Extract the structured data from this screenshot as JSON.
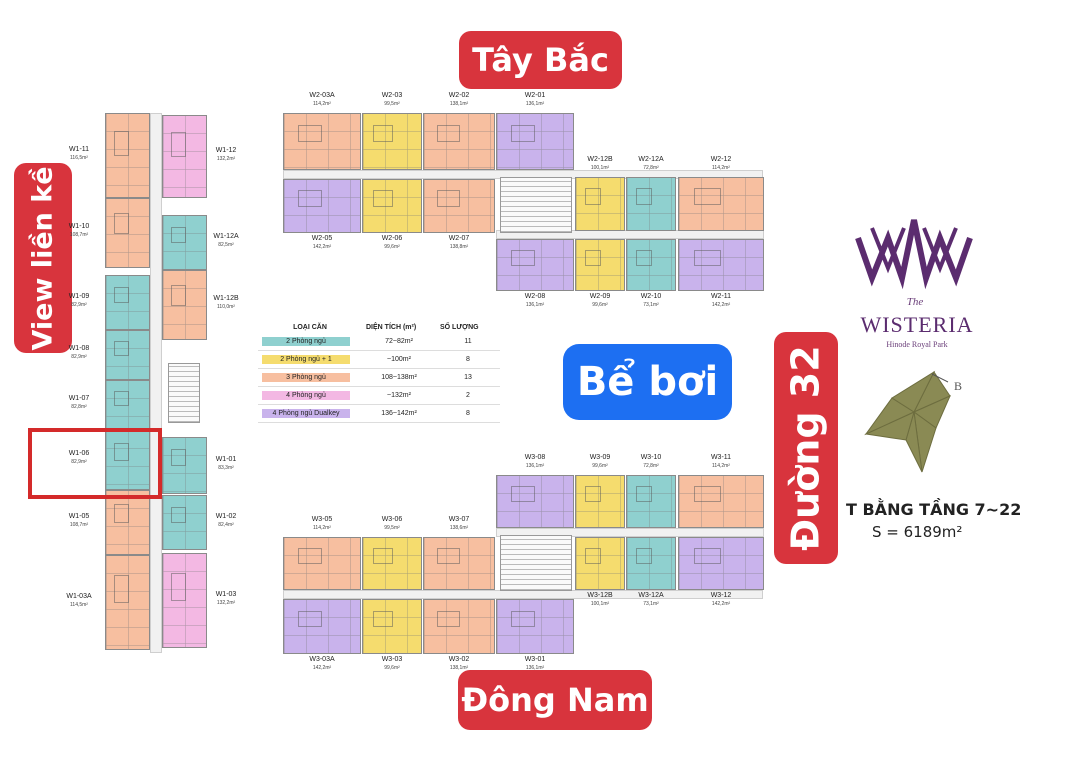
{
  "directions": {
    "north_west": "Tây Bắc",
    "south_east": "Đông Nam",
    "view": "View liền kề",
    "road": "Đường 32"
  },
  "pool_label": "Bể bơi",
  "brand": {
    "the": "The",
    "name": "WISTERIA",
    "sub": "Hinode Royal Park"
  },
  "floor_plan": {
    "title": "T BẰNG TẦNG 7~22",
    "area": "S = 6189m²"
  },
  "legend": {
    "headers": [
      "LOẠI CĂN",
      "DIỆN TÍCH (m²)",
      "SỐ LƯỢNG"
    ],
    "rows": [
      {
        "type": "2 Phòng ngủ",
        "area": "72~82m²",
        "count": "11",
        "color": "#8fd0cf"
      },
      {
        "type": "2 Phòng ngủ + 1",
        "area": "~100m²",
        "count": "8",
        "color": "#f5dc6e"
      },
      {
        "type": "3 Phòng ngủ",
        "area": "108~138m²",
        "count": "13",
        "color": "#f7bfa0"
      },
      {
        "type": "4 Phòng ngủ",
        "area": "~132m²",
        "count": "2",
        "color": "#f3b8e3"
      },
      {
        "type": "4 Phòng ngủ Dualkey",
        "area": "136~142m²",
        "count": "8",
        "color": "#c9b3ec"
      }
    ]
  },
  "units": {
    "W1": [
      {
        "code": "W1-11",
        "area": "116,5m²",
        "color": "#f7bfa0"
      },
      {
        "code": "W1-12",
        "area": "132,2m²",
        "color": "#f3b8e3"
      },
      {
        "code": "W1-10",
        "area": "108,7m²",
        "color": "#f7bfa0"
      },
      {
        "code": "W1-12A",
        "area": "82,5m²",
        "color": "#8fd0cf"
      },
      {
        "code": "W1-09",
        "area": "82,9m²",
        "color": "#8fd0cf"
      },
      {
        "code": "W1-12B",
        "area": "110,0m²",
        "color": "#f7bfa0"
      },
      {
        "code": "W1-08",
        "area": "82,9m²",
        "color": "#8fd0cf"
      },
      {
        "code": "W1-07",
        "area": "82,8m²",
        "color": "#8fd0cf"
      },
      {
        "code": "W1-06",
        "area": "82,9m²",
        "color": "#8fd0cf"
      },
      {
        "code": "W1-01",
        "area": "83,3m²",
        "color": "#8fd0cf"
      },
      {
        "code": "W1-05",
        "area": "108,7m²",
        "color": "#f7bfa0"
      },
      {
        "code": "W1-02",
        "area": "82,4m²",
        "color": "#8fd0cf"
      },
      {
        "code": "W1-03A",
        "area": "114,5m²",
        "color": "#f7bfa0"
      },
      {
        "code": "W1-03",
        "area": "132,2m²",
        "color": "#f3b8e3"
      }
    ],
    "W2": [
      {
        "code": "W2-03A",
        "area": "114,2m²",
        "color": "#f7bfa0"
      },
      {
        "code": "W2-03",
        "area": "99,5m²",
        "color": "#f5dc6e"
      },
      {
        "code": "W2-02",
        "area": "138,1m²",
        "color": "#f7bfa0"
      },
      {
        "code": "W2-01",
        "area": "136,1m²",
        "color": "#c9b3ec"
      },
      {
        "code": "W2-12B",
        "area": "100,1m²",
        "color": "#f5dc6e"
      },
      {
        "code": "W2-12A",
        "area": "72,8m²",
        "color": "#8fd0cf"
      },
      {
        "code": "W2-12",
        "area": "114,2m²",
        "color": "#f7bfa0"
      },
      {
        "code": "W2-05",
        "area": "142,2m²",
        "color": "#c9b3ec"
      },
      {
        "code": "W2-06",
        "area": "99,6m²",
        "color": "#f5dc6e"
      },
      {
        "code": "W2-07",
        "area": "138,8m²",
        "color": "#f7bfa0"
      },
      {
        "code": "W2-08",
        "area": "136,1m²",
        "color": "#c9b3ec"
      },
      {
        "code": "W2-09",
        "area": "99,6m²",
        "color": "#f5dc6e"
      },
      {
        "code": "W2-10",
        "area": "73,1m²",
        "color": "#8fd0cf"
      },
      {
        "code": "W2-11",
        "area": "142,2m²",
        "color": "#c9b3ec"
      }
    ],
    "W3": [
      {
        "code": "W3-08",
        "area": "136,1m²",
        "color": "#c9b3ec"
      },
      {
        "code": "W3-09",
        "area": "99,6m²",
        "color": "#f5dc6e"
      },
      {
        "code": "W3-10",
        "area": "72,8m²",
        "color": "#8fd0cf"
      },
      {
        "code": "W3-11",
        "area": "114,2m²",
        "color": "#f7bfa0"
      },
      {
        "code": "W3-05",
        "area": "114,2m²",
        "color": "#f7bfa0"
      },
      {
        "code": "W3-06",
        "area": "99,5m²",
        "color": "#f5dc6e"
      },
      {
        "code": "W3-07",
        "area": "138,6m²",
        "color": "#f7bfa0"
      },
      {
        "code": "W3-12B",
        "area": "100,1m²",
        "color": "#f5dc6e"
      },
      {
        "code": "W3-12A",
        "area": "73,1m²",
        "color": "#8fd0cf"
      },
      {
        "code": "W3-12",
        "area": "142,2m²",
        "color": "#c9b3ec"
      },
      {
        "code": "W3-03A",
        "area": "142,2m²",
        "color": "#c9b3ec"
      },
      {
        "code": "W3-03",
        "area": "99,6m²",
        "color": "#f5dc6e"
      },
      {
        "code": "W3-02",
        "area": "138,1m²",
        "color": "#f7bfa0"
      },
      {
        "code": "W3-01",
        "area": "136,1m²",
        "color": "#c9b3ec"
      }
    ]
  }
}
